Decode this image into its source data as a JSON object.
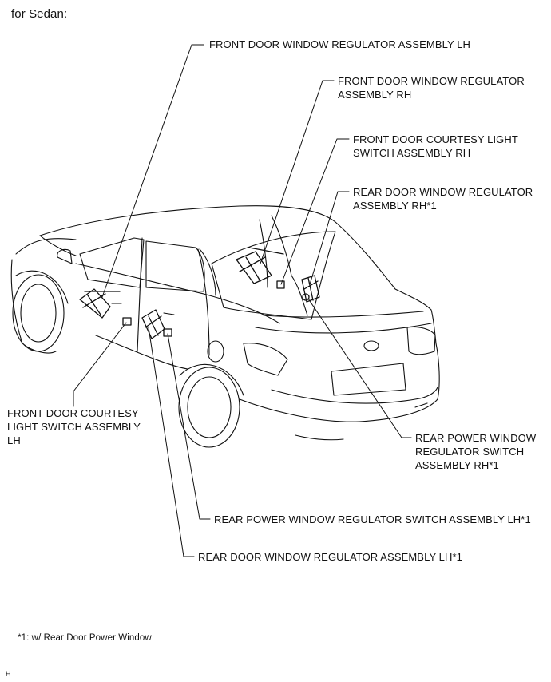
{
  "header": {
    "title": "for Sedan:"
  },
  "labels": {
    "front_window_reg_lh": "FRONT DOOR WINDOW REGULATOR ASSEMBLY LH",
    "front_window_reg_rh_1": "FRONT DOOR WINDOW REGULATOR",
    "front_window_reg_rh_2": "ASSEMBLY RH",
    "front_courtesy_rh_1": "FRONT DOOR COURTESY LIGHT",
    "front_courtesy_rh_2": "SWITCH ASSEMBLY RH",
    "rear_window_reg_rh_1": "REAR DOOR WINDOW REGULATOR",
    "rear_window_reg_rh_2": "ASSEMBLY RH*1",
    "front_courtesy_lh_1": "FRONT DOOR COURTESY",
    "front_courtesy_lh_2": "LIGHT SWITCH ASSEMBLY",
    "front_courtesy_lh_3": "LH",
    "rear_pw_switch_rh_1": "REAR POWER WINDOW",
    "rear_pw_switch_rh_2": "REGULATOR SWITCH",
    "rear_pw_switch_rh_3": "ASSEMBLY RH*1",
    "rear_pw_switch_lh": "REAR POWER WINDOW REGULATOR SWITCH ASSEMBLY LH*1",
    "rear_window_reg_lh": "REAR DOOR WINDOW REGULATOR ASSEMBLY LH*1"
  },
  "footnote": "*1: w/ Rear Door Power Window",
  "corner_mark": "H"
}
